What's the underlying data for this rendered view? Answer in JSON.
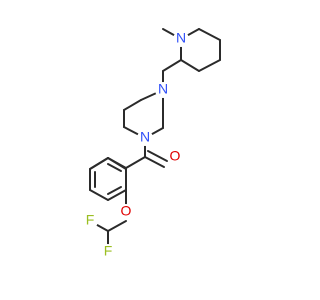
{
  "molecule": {
    "atom_labels": {
      "n_methyl_piperidine": "N",
      "n_piperazine_top": "N",
      "n_piperazine_bottom": "N",
      "o_carbonyl": "O",
      "o_ether": "O",
      "f_left": "F",
      "f_right": "F"
    },
    "colors": {
      "bond": "#2b2b2b",
      "nitrogen": "#3050f8",
      "oxygen": "#e00000",
      "fluorine": "#9bbf22"
    }
  }
}
